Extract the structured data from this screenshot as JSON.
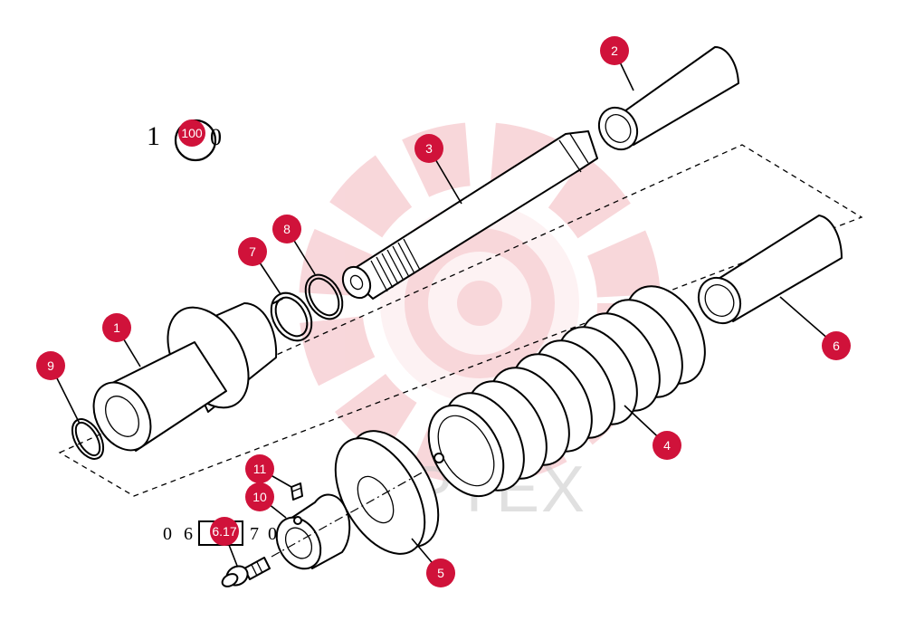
{
  "watermark": {
    "text": "VIPTEX",
    "color": "#f3b7bd"
  },
  "accent_color": "#d0123a",
  "legend": {
    "top_prefix": "1",
    "top_marker": "100",
    "top_suffix": "0",
    "bottom_prefix_a": "0",
    "bottom_prefix_b": "6",
    "bottom_marker": "6.17",
    "bottom_suffix_a": "7",
    "bottom_suffix_b": "0"
  },
  "callouts": [
    {
      "id": "1"
    },
    {
      "id": "2"
    },
    {
      "id": "3"
    },
    {
      "id": "4"
    },
    {
      "id": "5"
    },
    {
      "id": "6"
    },
    {
      "id": "7"
    },
    {
      "id": "8"
    },
    {
      "id": "9"
    },
    {
      "id": "10"
    },
    {
      "id": "11"
    }
  ]
}
